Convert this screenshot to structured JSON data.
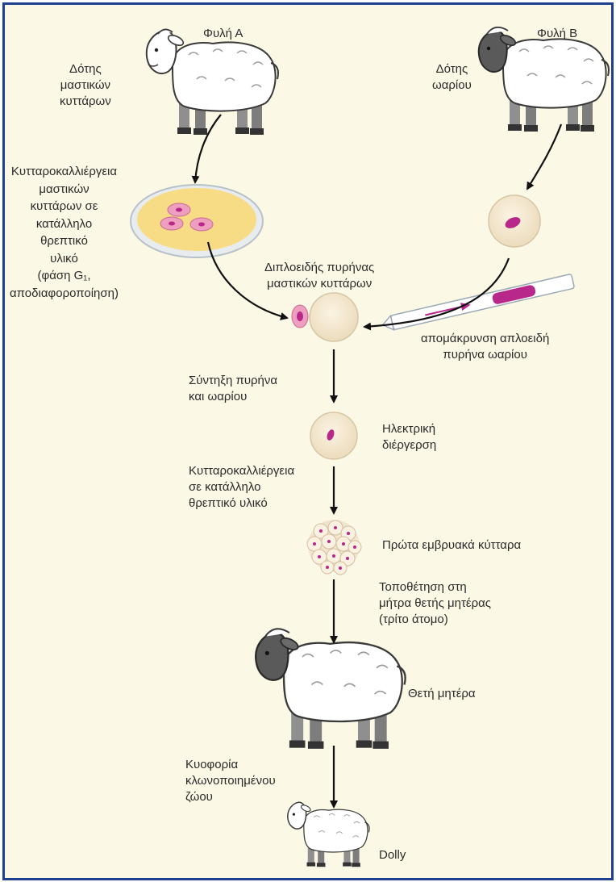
{
  "labels": {
    "breed_a": "Φυλή Α",
    "breed_b": "Φυλή Β",
    "donor_mammary": "Δότης\nμαστικών\nκυττάρων",
    "donor_egg": "Δότης\nωαρίου",
    "culture_mammary": "Κυτταροκαλλιέργεια\nμαστικών\nκυττάρων σε\nκατάλληλο\nθρεπτικό\nυλικό\n(φάση G₁,\nαποδιαφοροποίηση)",
    "diploid_nucleus": "Διπλοειδής πυρήνας\nμαστικών κυττάρων",
    "remove_haploid": "απομάκρυνση απλοειδή\nπυρήνα ωαρίου",
    "fusion": "Σύντηξη πυρήνα\nκαι ωαρίου",
    "electric_stimulation": "Ηλεκτρική\nδιέργερση",
    "culture_medium": "Κυτταροκαλλιέργεια\nσε κατάλληλο\nθρεπτικό υλικό",
    "first_embryo_cells": "Πρώτα εμβρυακά κύτταρα",
    "implantation": "Τοποθέτηση στη\nμήτρα θετής μητέρας\n(τρίτο άτομο)",
    "surrogate_mother": "Θετή μητέρα",
    "gestation": "Κυοφορία\nκλωνοποιημένου\nζώου",
    "dolly": "Dolly"
  },
  "colors": {
    "frame_border": "#1f3f8f",
    "background": "#fcf8e6",
    "cell_fill": "#f6e9cf",
    "nucleus": "#b8278a",
    "mammary_cell": "#ee9fc0",
    "culture_medium": "#f7dc85"
  }
}
